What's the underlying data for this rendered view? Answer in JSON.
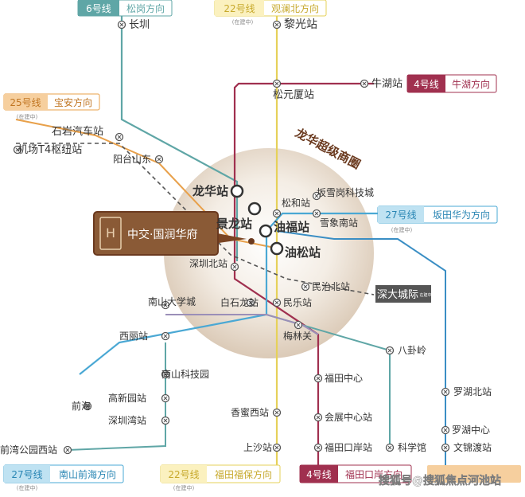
{
  "colors": {
    "line6": "#5fa6a6",
    "line22": "#e6d15a",
    "line4": "#a0304f",
    "line25": "#e8a04a",
    "line27": "#4aa8d4",
    "shenda": "#555555",
    "line10": "#3a8ec4",
    "brand": "#6b3a1f"
  },
  "badges": [
    {
      "id": "b6",
      "num": "6号线",
      "dir": "松岗方向",
      "note": ""
    },
    {
      "id": "b22top",
      "num": "22号线",
      "dir": "观澜北方向",
      "note": "(在建中)"
    },
    {
      "id": "b4top",
      "num": "4号线",
      "dir": "牛湖方向",
      "note": ""
    },
    {
      "id": "b25",
      "num": "25号线",
      "dir": "宝安方向",
      "note": "(在建中)"
    },
    {
      "id": "b27top",
      "num": "27号线",
      "dir": "坂田华为方向",
      "note": "(在建中)"
    },
    {
      "id": "b27bot",
      "num": "27号线",
      "dir": "南山前海方向",
      "note": "(在建中)"
    },
    {
      "id": "b22bot",
      "num": "22号线",
      "dir": "福田福保方向",
      "note": "(在建中)"
    },
    {
      "id": "b4bot",
      "num": "4号线",
      "dir": "福田口岸方向",
      "note": ""
    }
  ],
  "stations": {
    "changzhen": "长圳",
    "liguang": "黎光站",
    "niuhu": "牛湖站",
    "songyuansha": "松元厦站",
    "shiyanqiche": "石岩汽车站",
    "jichang": "机场T4枢纽站",
    "yangtai": "阳台山东",
    "longhua": "龙华站",
    "jinglong": "景龙站",
    "youfu": "油福站",
    "yousong": "油松站",
    "songhe": "松和站",
    "bantian": "坂雪岗科技城",
    "xuexiang": "雪象南站",
    "shenzhenbei": "深圳北站",
    "minzhibei": "民治北站",
    "nanshandaxue": "南山大学城",
    "baishilong": "白石龙站",
    "minle": "民乐站",
    "meilinguan": "梅林关",
    "xili": "西丽站",
    "baguaLing": "八卦岭",
    "nanshankeji": "南山科技园",
    "futianzhongxin": "福田中心",
    "gaoxinyuan": "高新园站",
    "qianhai": "前海",
    "shenzhenwan": "深圳湾站",
    "xiangmixi": "香蜜西站",
    "huizhan": "会展中心站",
    "luohubei": "罗湖北站",
    "luohuzhongxin": "罗湖中心",
    "qianwangongyuan": "前湾公园西站",
    "shangsha": "上沙站",
    "futiankouan": "福田口岸站",
    "kexueguan": "科学馆",
    "wenjindu": "文锦渡站"
  },
  "labels": {
    "superzone": "龙华超级商圈",
    "shenda": "深大城际",
    "shenda_note": "在建中",
    "project": "中交·国润华府",
    "watermark": "搜狐号@搜狐焦点河池站"
  }
}
